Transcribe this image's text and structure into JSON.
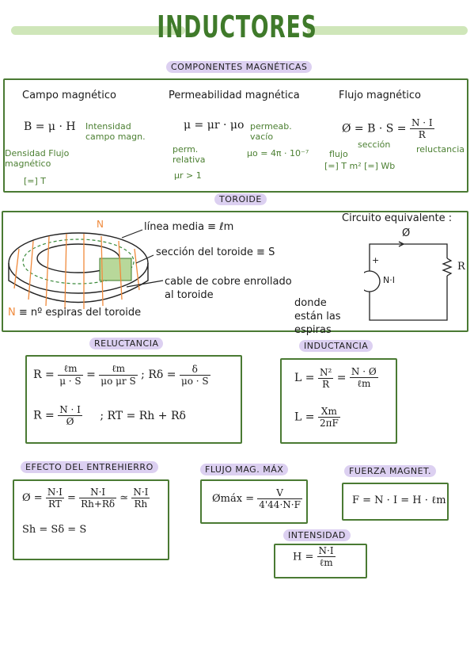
{
  "title": "INDUCTORES",
  "sections": {
    "componentes": "COMPONENTES MAGNÉTICAS",
    "toroide": "TOROIDE",
    "reluctancia": "RELUCTANCIA",
    "inductancia": "INDUCTANCIA",
    "entrehierro": "EFECTO DEL ENTREHIERRO",
    "flujo_max": "FLUJO MAG. MÁX",
    "fuerza": "FUERZA MAGNET.",
    "intensidad": "INTENSIDAD"
  },
  "componentes": {
    "campo": {
      "heading": "Campo magnético",
      "formula": "B = μ · H",
      "intensidad_note": "Intensidad campo magn.",
      "densidad_note": "Densidad Flujo magnético",
      "unit": "[=] T"
    },
    "permeabilidad": {
      "heading": "Permeabilidad magnética",
      "formula": "μ = μr · μo",
      "perm_note": "perm. relativa",
      "mu_r": "μr > 1",
      "vacio_note": "permeab. vacío",
      "mu_o": "μo = 4π · 10⁻⁷"
    },
    "flujo": {
      "heading": "Flujo magnético",
      "formula": "Ø = B · S =",
      "frac_n": "N · I",
      "frac_d": "R",
      "seccion_note": "sección",
      "flujo_note": "flujo",
      "unit": "[=] T m² [=] Wb",
      "reluctancia_note": "reluctancia"
    }
  },
  "toroide": {
    "n_label": "N",
    "linea_media": "línea media ≡ ℓm",
    "seccion": "sección del toroide ≡ S",
    "cable": "cable de cobre enrollado al toroide",
    "espiras": "≡ nº espiras del toroide",
    "circuito_title": "Circuito equivalente :",
    "phi": "Ø",
    "plus": "+",
    "ni": "N·I",
    "r": "R",
    "donde": "donde están las espiras"
  },
  "reluctancia": {
    "r1_lhs": "R =",
    "r1_f1_n": "ℓm",
    "r1_f1_d": "μ · S",
    "r1_f2_n": "ℓm",
    "r1_f2_d": "μo μr S",
    "rs_lhs": "; Rδ =",
    "rs_n": "δ",
    "rs_d": "μo · S",
    "r2_lhs": "R =",
    "r2_n": "N · I",
    "r2_d": "Ø",
    "rt": "; RT = Rh + Rδ"
  },
  "inductancia": {
    "l1_lhs": "L =",
    "l1_f1_n": "N²",
    "l1_f1_d": "R",
    "l1_f2_n": "N · Ø",
    "l1_f2_d": "ℓm",
    "l2_lhs": "L =",
    "l2_n": "Xm",
    "l2_d": "2πF"
  },
  "entrehierro": {
    "lhs": "Ø =",
    "f1_n": "N·I",
    "f1_d": "RT",
    "f2_n": "N·I",
    "f2_d": "Rh+Rδ",
    "approx": "≃",
    "f3_n": "N·I",
    "f3_d": "Rh",
    "s_eq": "Sh = Sδ = S"
  },
  "flujo_max": {
    "lhs": "Ømáx =",
    "n": "V",
    "d": "4'44·N·F"
  },
  "fuerza": {
    "formula": "F = N · I = H · ℓm"
  },
  "intensidad": {
    "lhs": "H =",
    "n": "N·I",
    "d": "ℓm"
  },
  "colors": {
    "accent": "#4a7a33",
    "pill": "#dcd0f1",
    "highlight": "#cfe6b9",
    "orange": "#f08a3c"
  }
}
